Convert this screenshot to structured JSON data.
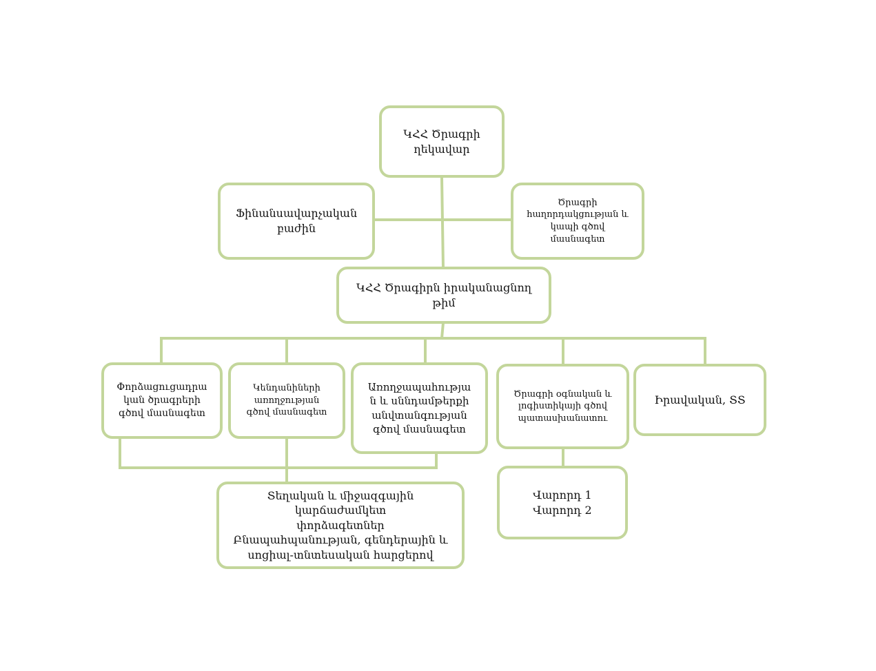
{
  "colors": {
    "border": "#c3d69b",
    "text": "#111111",
    "background": "#ffffff"
  },
  "nodes": {
    "head": "ԿՀՀ Ծրագրի\nղեկավար",
    "finance": "Ֆինանսավարչական\nբաժին",
    "communications": "Ծրագրի\nհաղորդակցության և\nկապի գծով\nմասնագետ",
    "implementing_team": "ԿՀՀ Ծրագիրն իրականացնող թիմ",
    "procurement": "Փորձացուցադրա\nկան ծրագրերի\nգծով մասնագետ",
    "livestock": "Կենդանիների\nառողջության\nգծով մասնագետ",
    "health_safety": "Առողջապահությա\nն և սննդամթերքի\nանվտանգության\nգծով մասնագետ",
    "logistics": "Ծրագրի օգնական և\nլոգիստիկայի գծով\nպատասխանատու",
    "legal": "Իրավական, ՏՏ",
    "experts": "Տեղական և միջազգային կարճաժամկետ\nփորձագետներ\nԲնապահպանության, գենդերային և\nսոցիալ-տնտեսական հարցերով",
    "drivers": "Վարորդ 1\nՎարորդ 2"
  }
}
